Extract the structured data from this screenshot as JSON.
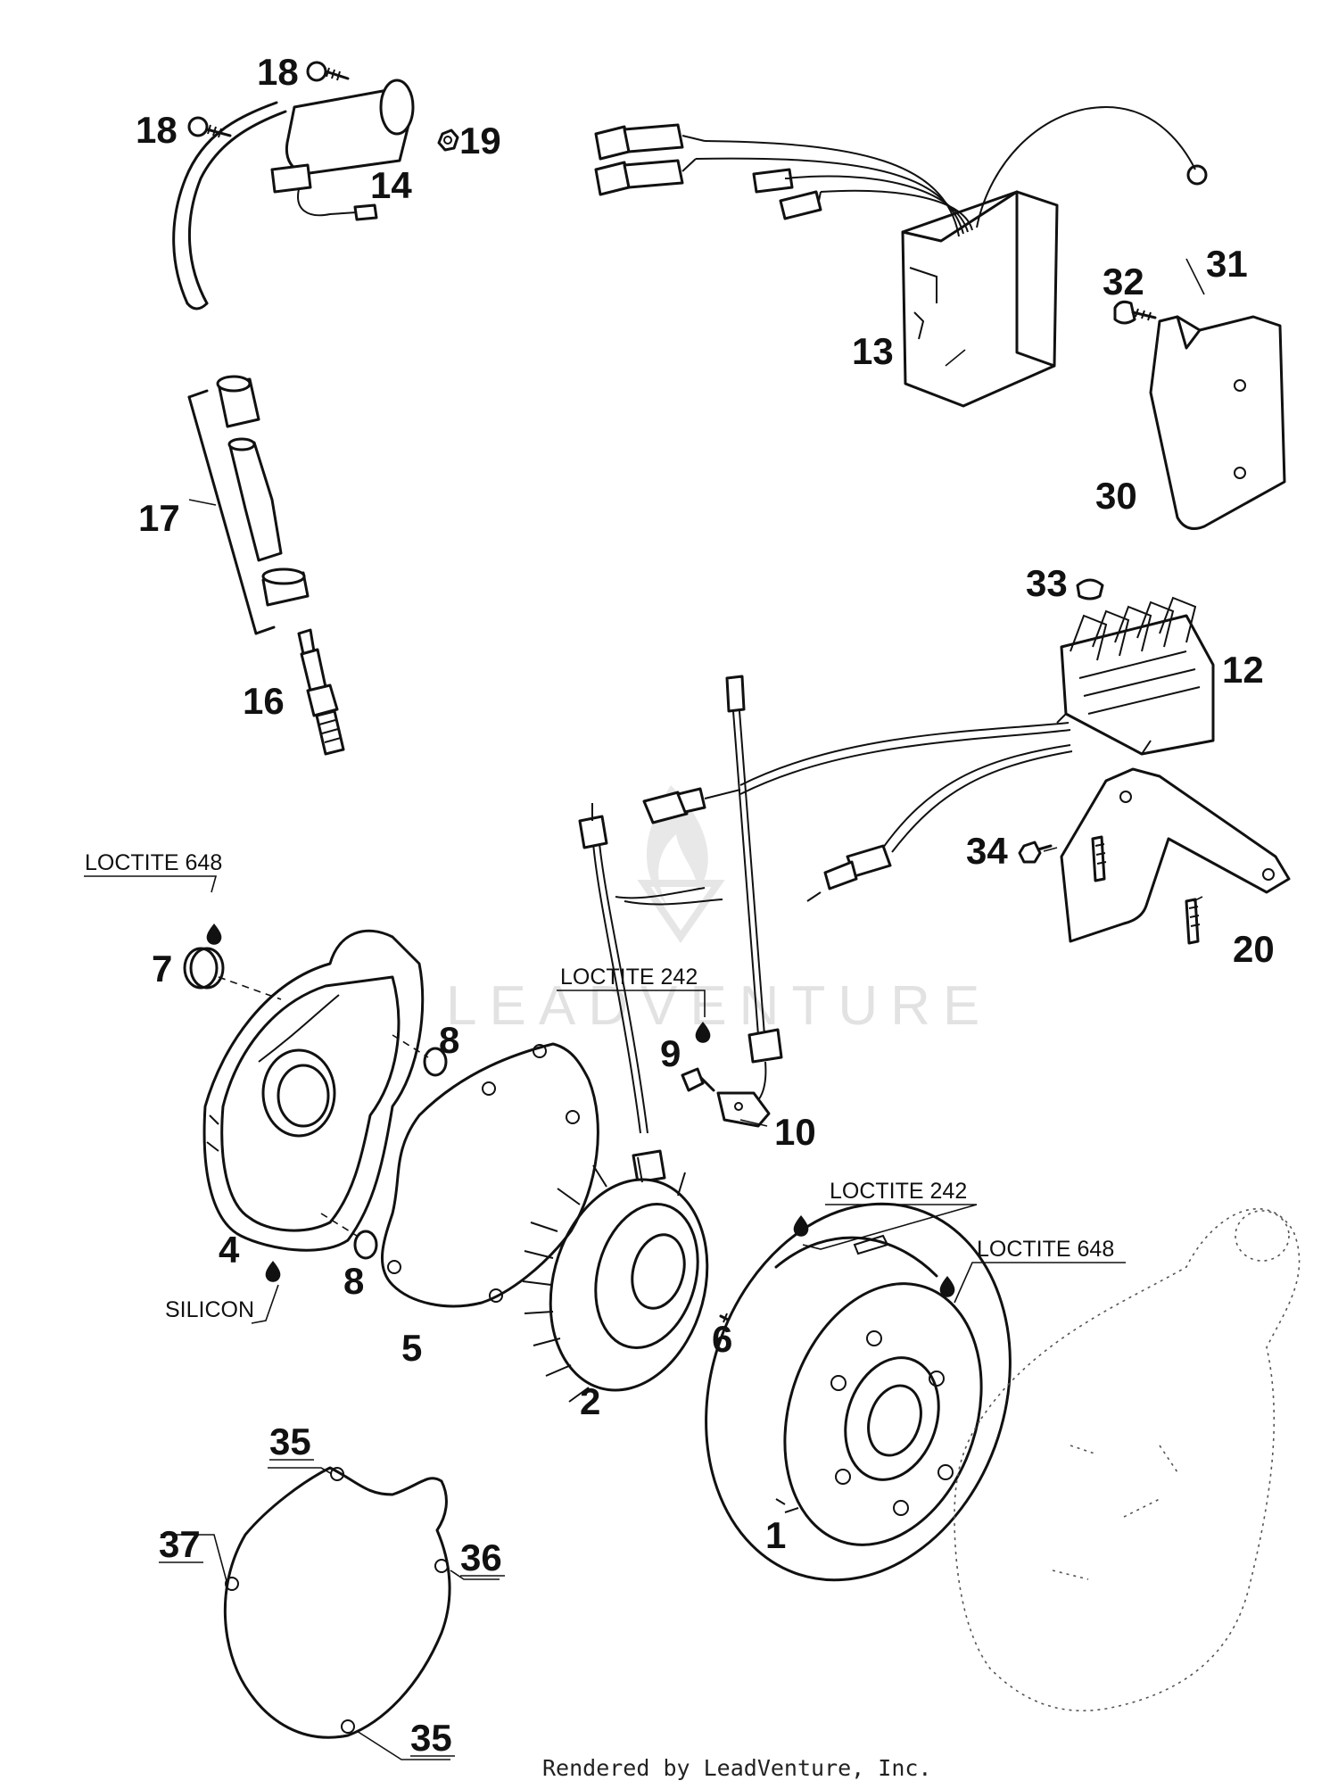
{
  "callouts": {
    "c1": "1",
    "c2": "2",
    "c4": "4",
    "c5": "5",
    "c6": "6",
    "c7": "7",
    "c8a": "8",
    "c8b": "8",
    "c9": "9",
    "c10": "10",
    "c12": "12",
    "c13": "13",
    "c14": "14",
    "c16": "16",
    "c17": "17",
    "c18a": "18",
    "c18b": "18",
    "c19": "19",
    "c20": "20",
    "c30": "30",
    "c31": "31",
    "c32": "32",
    "c33": "33",
    "c34": "34",
    "c35a": "35",
    "c35b": "35",
    "c36": "36",
    "c37": "37"
  },
  "notes": {
    "loctite648_cover": "LOCTITE 648",
    "loctite242_pickup": "LOCTITE 242",
    "loctite242_screw": "LOCTITE 242",
    "loctite648_rotor": "LOCTITE 648",
    "silicon": "SILICON"
  },
  "watermark": "LEADVENTURE",
  "footer": "Rendered by LeadVenture, Inc."
}
